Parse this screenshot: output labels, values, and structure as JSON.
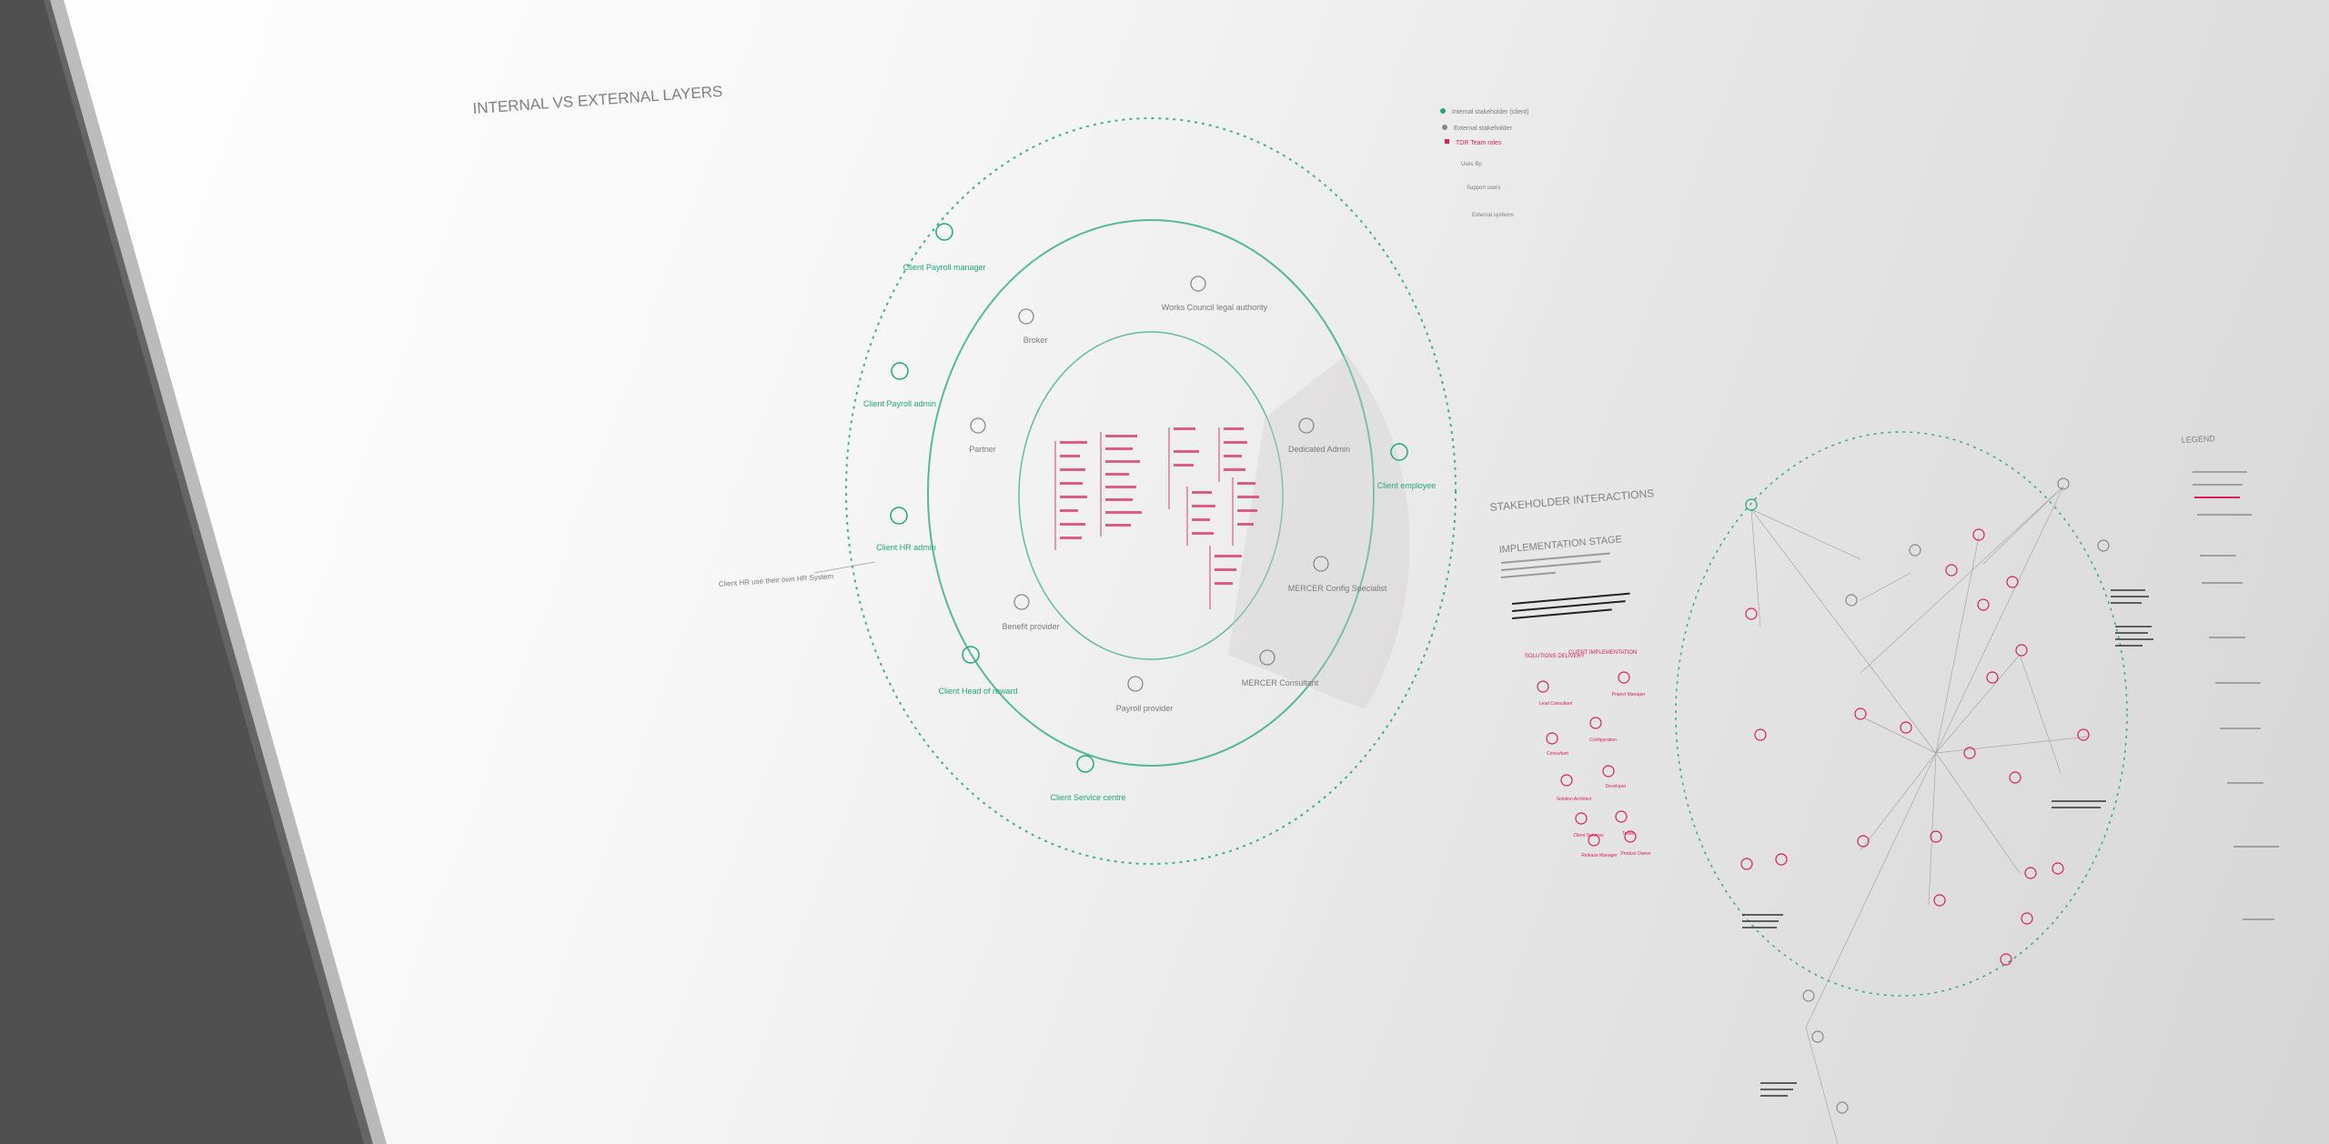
{
  "layers_section": {
    "title": "INTERNAL VS EXTERNAL LAYERS",
    "outer_stakeholders": [
      "Client Payroll manager",
      "Client Payroll admin",
      "Client HR admin",
      "Client Head of reward",
      "Client Service centre",
      "Client employee"
    ],
    "middle_stakeholders": [
      "Broker",
      "Partner",
      "Benefit provider",
      "Payroll provider",
      "Works Council legal authority"
    ],
    "shaded_stakeholders": [
      "Dedicated Admin",
      "MERCER Config Specialist",
      "MERCER Consultant"
    ],
    "outer_callout": "Client HR use their own HR System"
  },
  "legend_top": {
    "items": [
      "Internal stakeholder (client)",
      "External stakeholder",
      "TDR Team roles",
      "Uses Bp",
      "Support users",
      "External systems"
    ]
  },
  "interactions_section": {
    "title": "STAKEHOLDER INTERACTIONS",
    "stage_title": "IMPLEMENTATION STAGE",
    "column_a": "SOLUTIONS DELIVERY",
    "column_b": "CLIENT IMPLEMENTATION",
    "roles": [
      "Lead Consultant",
      "Project Manager",
      "Consultant",
      "Configuration",
      "Solution Architect",
      "Developer",
      "Client Services",
      "Tester",
      "Release Manager",
      "Product Owner"
    ]
  },
  "legend_right": {
    "title": "LEGEND"
  },
  "colors": {
    "green": "#23a67a",
    "red": "#d61f5d",
    "grey_text": "#7a7a7a",
    "title_grey": "#808080",
    "shadow": "#4a4a4a"
  }
}
